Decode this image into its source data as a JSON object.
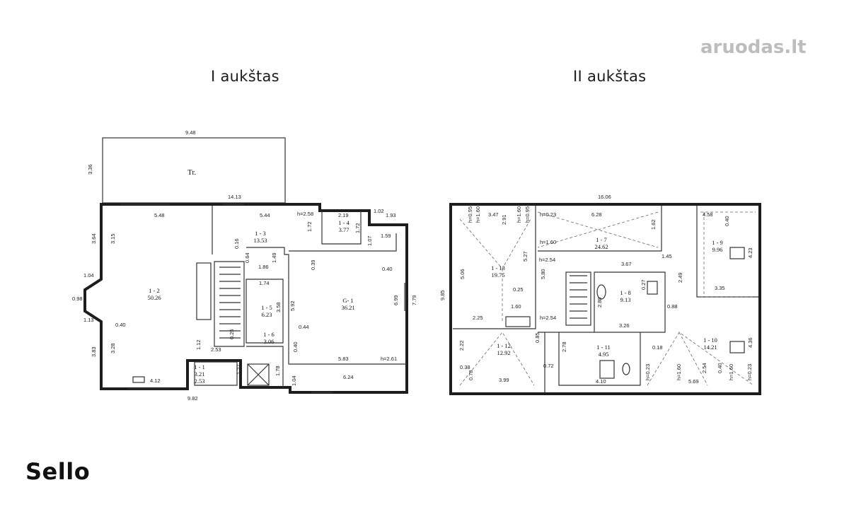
{
  "header": {
    "floor1_title": "I aukštas",
    "floor2_title": "II aukštas",
    "watermark": "aruodas.lt"
  },
  "footer": {
    "brand": "Sello"
  },
  "floor1": {
    "terrace_label": "Tr.",
    "dims": {
      "top_terrace": "9.48",
      "terrace_side": "3.36",
      "top_total": "14.13",
      "bottom_total": "9.82",
      "d548": "5.48",
      "d544": "5.44",
      "h258": "h=2.58",
      "d219": "2.19",
      "d102": "1.02",
      "d193": "1.93",
      "d364": "3.64",
      "d315": "3.15",
      "d104": "1.04",
      "d098": "0.98",
      "d113": "1.13",
      "d040a": "0.40",
      "d383": "3.83",
      "d328": "3.28",
      "d412": "4.12",
      "d172a": "1.72",
      "d172b": "1.72",
      "d016": "0.16",
      "d064": "0.64",
      "d186": "1.86",
      "d149": "1.49",
      "d107": "1.07",
      "d159": "1.59",
      "d039": "0.39",
      "d040b": "0.40",
      "d699": "6.99",
      "d779": "7.79",
      "d174": "1.74",
      "d592": "5.92",
      "d358": "3.58",
      "d044": "0.44",
      "d112": "1.12",
      "d025": "0.25",
      "d253": "2.53",
      "d127": "1.27",
      "d178": "1.78",
      "d040c": "0.40",
      "d104b": "1.04",
      "d583": "5.83",
      "h261": "h=2.61",
      "d624": "6.24"
    },
    "rooms": [
      {
        "id": "1 - 2",
        "area": "50.26"
      },
      {
        "id": "1 - 3",
        "area": "13.53"
      },
      {
        "id": "1 - 4",
        "area": "3.77"
      },
      {
        "id": "G- 1",
        "area": "36.21"
      },
      {
        "id": "1 - 5",
        "area": "6.23"
      },
      {
        "id": "1 - 6",
        "area": "3.06"
      },
      {
        "id": "1 - 1",
        "area": "3.21"
      }
    ],
    "room_1_1_extra": "2.53"
  },
  "floor2": {
    "dims": {
      "top_total": "16.06",
      "d347": "3.47",
      "h095a": "h=0.95",
      "h160a": "h=1.60",
      "h160b": "h=1.60",
      "h095b": "h=0.95",
      "d291": "2.91",
      "h023a": "h=0.23",
      "d628": "6.28",
      "d162": "1.62",
      "d458": "4.58",
      "d040a": "0.40",
      "h160c": "h=1.60",
      "d527": "5.27",
      "h254a": "h=2.54",
      "d145": "1.45",
      "d423": "4.23",
      "d506": "5.06",
      "d985": "9.85",
      "d580": "5.80",
      "d025": "0.25",
      "d367": "3.67",
      "d249": "2.49",
      "d027": "0.27",
      "d280": "2.80",
      "d335": "3.35",
      "d088": "0.88",
      "d225": "2.25",
      "d160": "1.60",
      "h254b": "h=2.54",
      "d326": "3.26",
      "d085": "0.85",
      "d222": "2.22",
      "d278": "2.78",
      "d018": "0.18",
      "d436": "4.36",
      "d038": "0.38",
      "d072": "0.72",
      "d078": "0.78",
      "d399": "3.99",
      "d410": "4.10",
      "h023b": "h=0.23",
      "h160d": "h=1.60",
      "d254": "2.54",
      "d569": "5.69",
      "d040b": "0.40",
      "h160e": "h=1.60",
      "h023c": "h=0.23"
    },
    "rooms": [
      {
        "id": "1 - 7",
        "area": "24.62"
      },
      {
        "id": "1 - 9",
        "area": "9.96"
      },
      {
        "id": "1 - 13",
        "area": "19.75"
      },
      {
        "id": "1 - 8",
        "area": "9.13"
      },
      {
        "id": "1 - 12",
        "area": "12.92"
      },
      {
        "id": "1 - 11",
        "area": "4.95"
      },
      {
        "id": "1 - 10",
        "area": "14.21"
      }
    ]
  }
}
